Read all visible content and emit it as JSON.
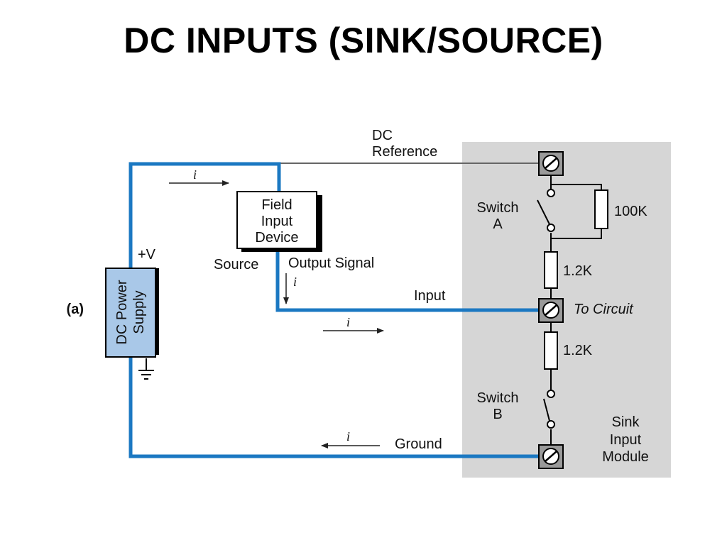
{
  "title": "DC INPUTS (SINK/SOURCE)",
  "figure_label": "(a)",
  "labels": {
    "dc_reference_line1": "DC",
    "dc_reference_line2": "Reference",
    "field_device_line1": "Field",
    "field_device_line2": "Input",
    "field_device_line3": "Device",
    "source": "Source",
    "output_signal": "Output Signal",
    "input": "Input",
    "ground": "Ground",
    "plus_v": "+V",
    "power_supply_line1": "DC Power",
    "power_supply_line2": "Supply",
    "switch_a_line1": "Switch",
    "switch_a_line2": "A",
    "switch_b_line1": "Switch",
    "switch_b_line2": "B",
    "resistor_100k": "100K",
    "resistor_1k2_top": "1.2K",
    "resistor_1k2_bottom": "1.2K",
    "to_circuit": "To Circuit",
    "module_line1": "Sink",
    "module_line2": "Input",
    "module_line3": "Module",
    "current_symbol": "i"
  },
  "colors": {
    "wire_blue": "#1b78c2",
    "module_bg": "#d6d6d6",
    "power_supply_fill": "#a9c8e8",
    "terminal_fill": "#9a9a9a"
  }
}
